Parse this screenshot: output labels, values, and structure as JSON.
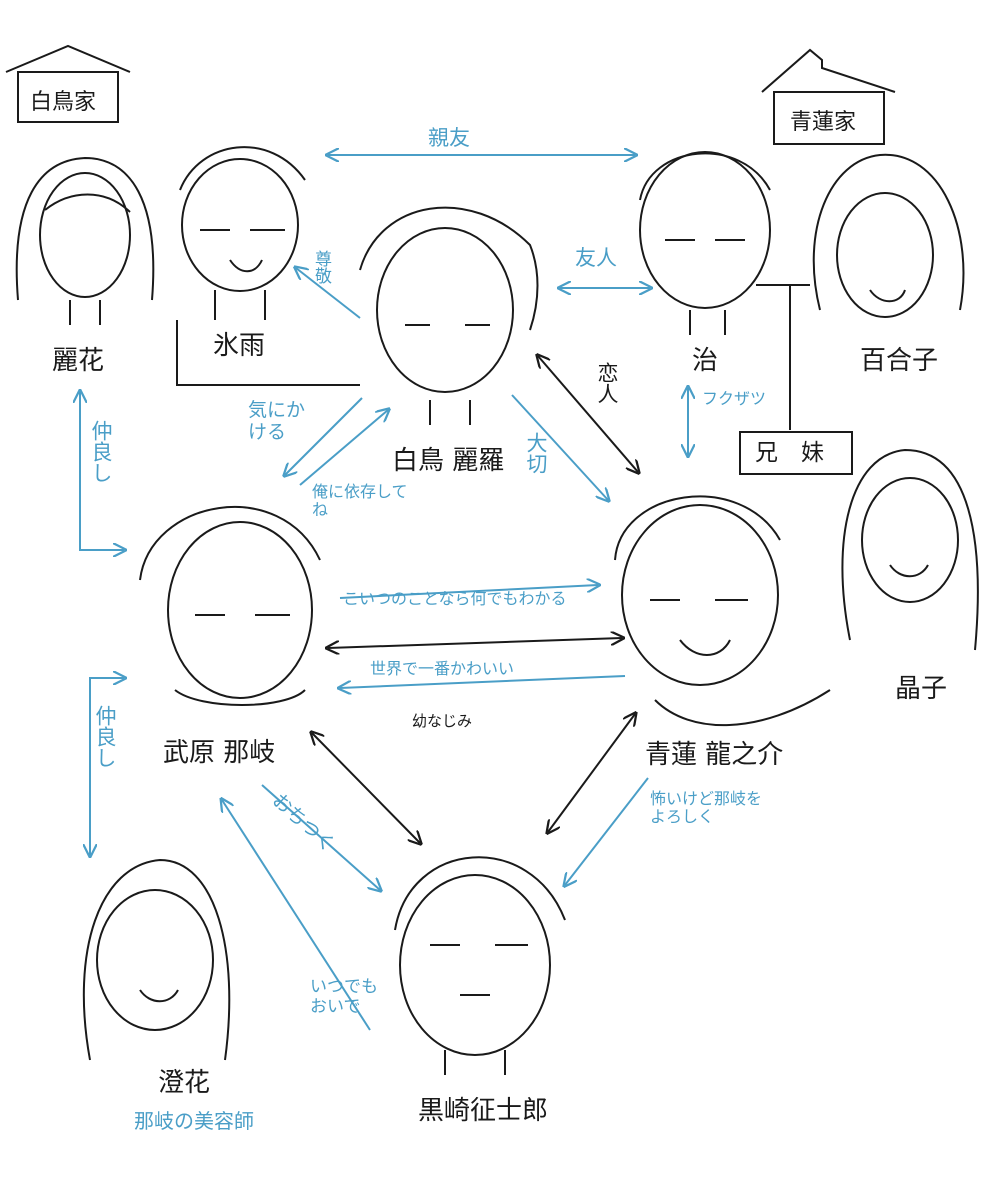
{
  "colors": {
    "ink": "#1a1a1a",
    "relation": "#4a9ec7",
    "background": "#ffffff"
  },
  "houses": {
    "shiratori": "白鳥家",
    "aohasu": "青蓮家"
  },
  "characters": {
    "reika": "麗花",
    "hisame": "氷雨",
    "reira": "白鳥 麗羅",
    "osamu": "治",
    "yuriko": "百合子",
    "akiko": "晶子",
    "nayuki": "武原 那岐",
    "ryunosuke": "青蓮 龍之介",
    "sumika": "澄花",
    "seishiro": "黒崎征士郎"
  },
  "subtitles": {
    "sumika_role": "那岐の美容師"
  },
  "family_labels": {
    "siblings": "兄　妹"
  },
  "relations": {
    "shinyu": "親友",
    "sonkei": "尊敬",
    "yujin": "友人",
    "koibito": "恋人",
    "fukuzatsu": "フクザツ",
    "taisetsu": "大切",
    "nakayoshi_top": "仲良し",
    "kinikakeru": "気にかける",
    "irai": "俺に依存してね",
    "koitsu": "こいつのことなら何でもわかる",
    "sekai": "世界で一番かわいい",
    "osananajimi": "幼なじみ",
    "nakayoshi_bottom": "仲良し",
    "ochitsuku": "おちつく",
    "itsudemo": "いつでもおいで",
    "nayuki_yoroshiku": "怖いけど那岐をよろしく"
  }
}
